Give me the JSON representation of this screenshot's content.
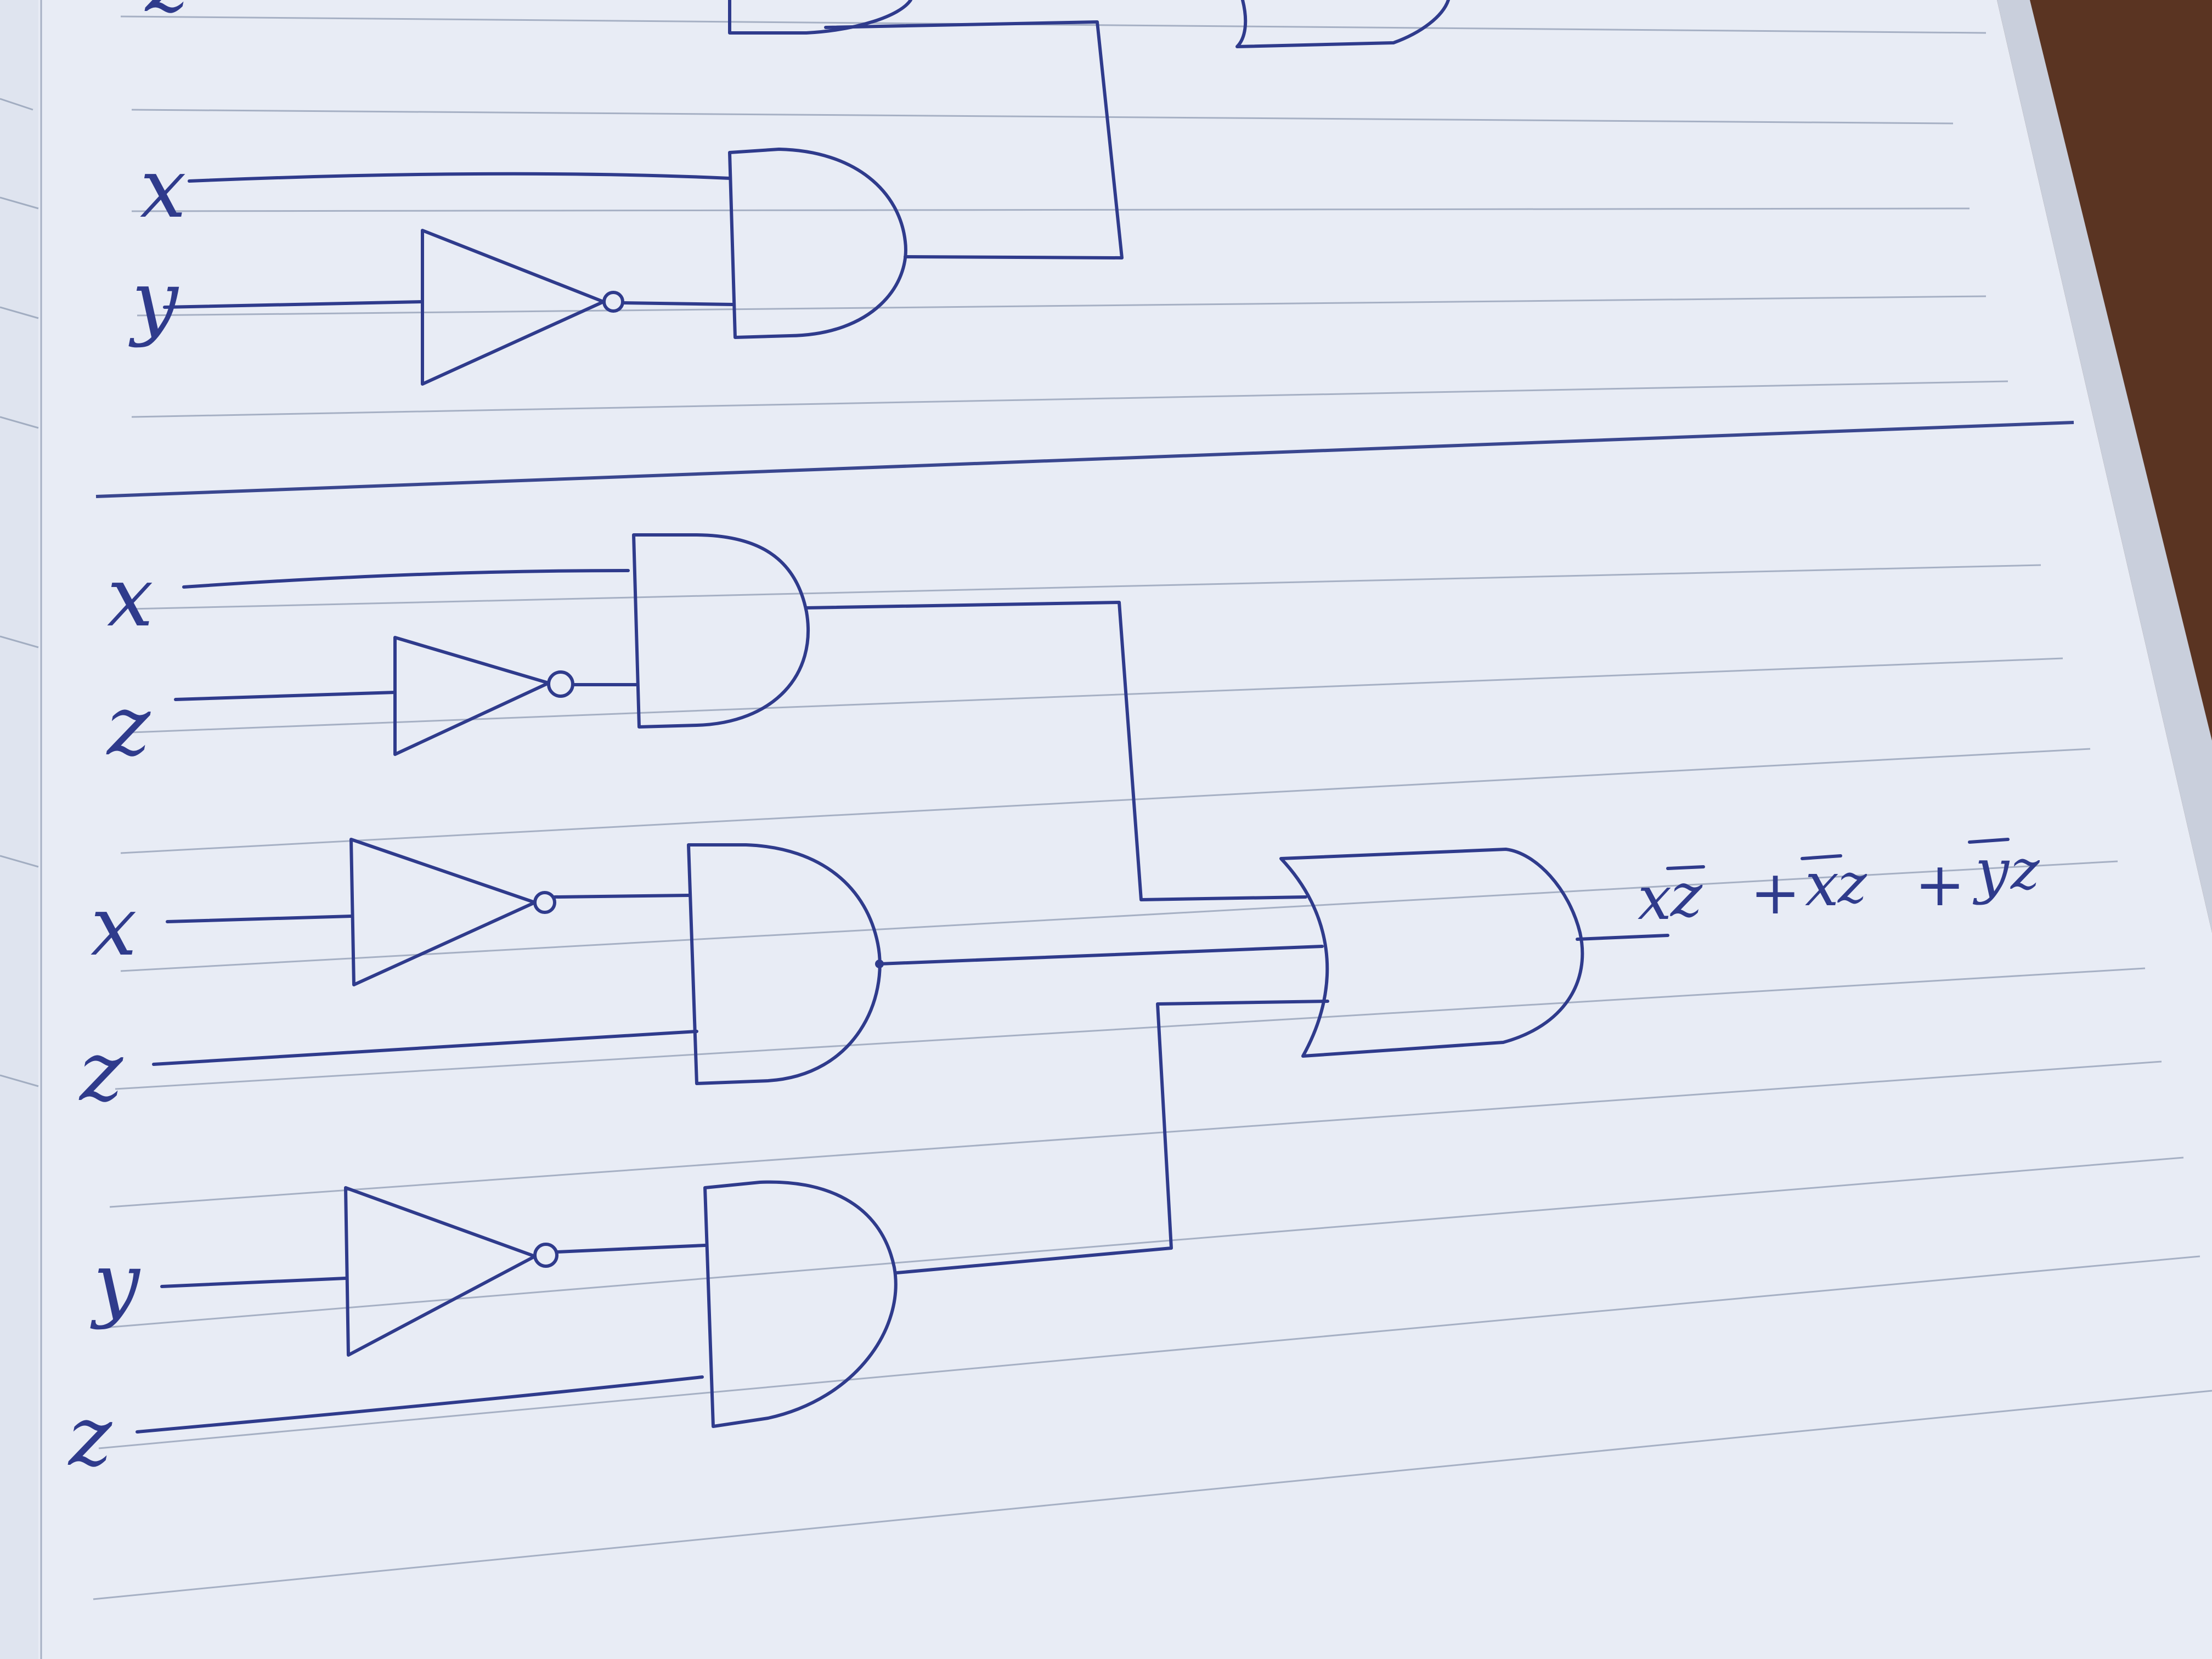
{
  "colors": {
    "ink": "#2f3b8c",
    "paper": "#e9edf6",
    "paper_shade": "#cdd5e6",
    "rule": "#6f7f9a",
    "desk": "#5a3422"
  },
  "top_circuit": {
    "partial_label": "z",
    "inputs": [
      "x",
      "y"
    ]
  },
  "main_circuit": {
    "gate1_inputs": [
      "x",
      "z"
    ],
    "gate2_inputs": [
      "x",
      "z"
    ],
    "gate3_inputs": [
      "y",
      "z"
    ],
    "output_terms": [
      {
        "var": "x",
        "bar_on": "z",
        "second": "z"
      },
      {
        "var": "x",
        "second": "z"
      },
      {
        "var": "y",
        "second": "z"
      }
    ],
    "output_text": "xz̄ + x̄z + ȳz"
  },
  "icons": [
    "not-gate-icon",
    "and-gate-icon",
    "or-gate-icon"
  ]
}
